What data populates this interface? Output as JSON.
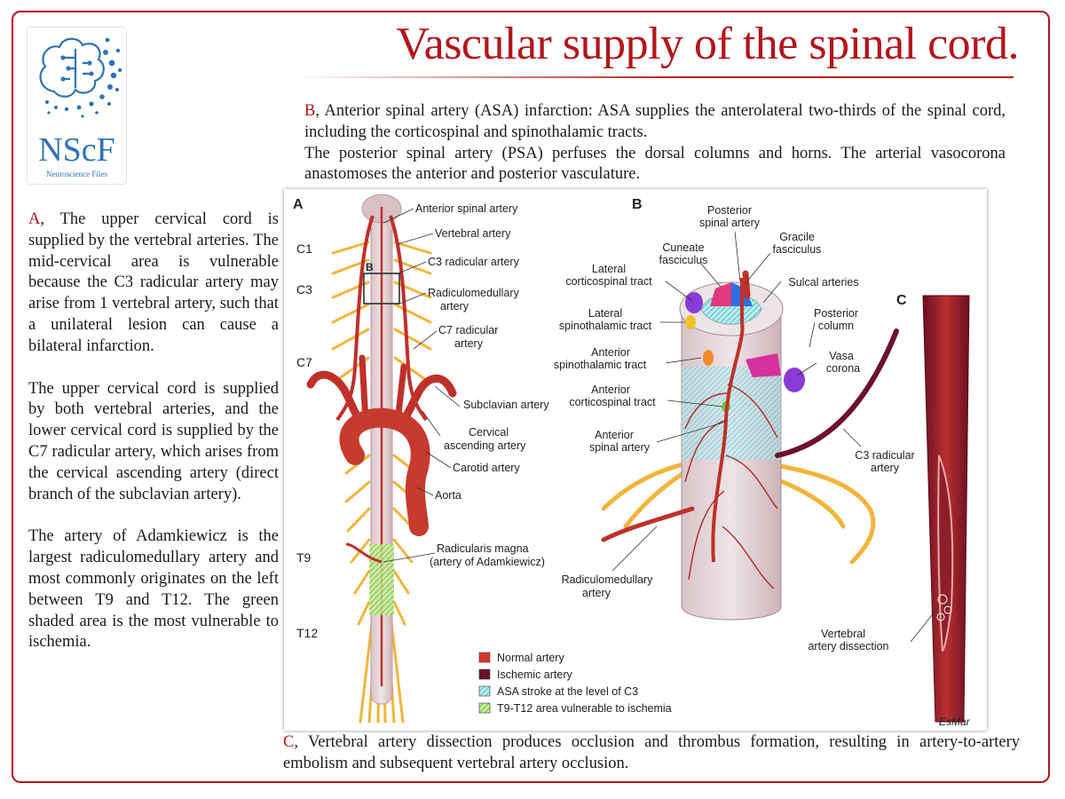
{
  "title": "Vascular supply of the spinal cord.",
  "logo": {
    "main": "NScF",
    "sub": "Neuroscience Files"
  },
  "paragraph_b": {
    "letter": "B",
    "text": ", Anterior spinal artery (ASA) infarction: ASA supplies the anterolateral two-thirds of the spinal cord, including the corticospinal and spinothalamic tracts.",
    "text2": "The posterior spinal artery (PSA) perfuses the dorsal columns and horns. The arterial vasocorona anastomoses the anterior and posterior vasculature."
  },
  "paragraph_a": {
    "letter": "A",
    "text": ", The upper cervical cord is supplied by the vertebral arteries. The mid-cervical area is vulnerable because the C3 radicular artery may arise from 1 vertebral artery, such that a unilateral lesion can cause a bilateral infarction.",
    "text2": "The upper cervical cord is supplied by both vertebral arteries, and the lower cervical cord is supplied by the C7 radicular artery, which arises from the cervical ascending artery (direct branch of the subclavian artery).",
    "text3": "The artery of Adamkiewicz is the largest radiculomedullary artery and most commonly originates on the left between T9 and T12. The green shaded area is the most vulnerable to ischemia."
  },
  "paragraph_c": {
    "letter": "C",
    "text": ", Vertebral artery dissection produces occlusion and thrombus formation, resulting in artery-to-artery embolism and subsequent vertebral artery occlusion."
  },
  "figure": {
    "panel_a": {
      "letter": "A",
      "levels": [
        "C1",
        "C3",
        "C7",
        "T9",
        "T12"
      ],
      "inset_letter": "B",
      "labels": {
        "anterior_spinal_artery": "Anterior spinal artery",
        "vertebral_artery": "Vertebral artery",
        "c3_radicular": "C3 radicular artery",
        "radiculomedullary_1": "Radiculomedullary",
        "radiculomedullary_2": "artery",
        "c7_radicular_1": "C7 radicular",
        "c7_radicular_2": "artery",
        "subclavian": "Subclavian artery",
        "cervical_ascending_1": "Cervical",
        "cervical_ascending_2": "ascending artery",
        "carotid": "Carotid artery",
        "aorta": "Aorta",
        "radicularis_1": "Radicularis magna",
        "radicularis_2": "(artery of Adamkiewicz)"
      }
    },
    "panel_b": {
      "letter": "B",
      "labels": {
        "posterior_spinal_1": "Posterior",
        "posterior_spinal_2": "spinal artery",
        "gracile_1": "Gracile",
        "gracile_2": "fasciculus",
        "cuneate_1": "Cuneate",
        "cuneate_2": "fasciculus",
        "lateral_cst_1": "Lateral",
        "lateral_cst_2": "corticospinal tract",
        "sulcal": "Sulcal arteries",
        "lateral_stt_1": "Lateral",
        "lateral_stt_2": "spinothalamic tract",
        "posterior_column_1": "Posterior",
        "posterior_column_2": "column",
        "anterior_stt_1": "Anterior",
        "anterior_stt_2": "spinothalamic tract",
        "vasa_1": "Vasa",
        "vasa_2": "corona",
        "anterior_cst_1": "Anterior",
        "anterior_cst_2": "corticospinal tract",
        "anterior_spinal_1": "Anterior",
        "anterior_spinal_2": "spinal artery",
        "c3_radicular_1": "C3 radicular",
        "c3_radicular_2": "artery",
        "radiculomedullary_1": "Radiculomedullary",
        "radiculomedullary_2": "artery"
      }
    },
    "panel_c": {
      "letter": "C",
      "labels": {
        "dissection_1": "Vertebral",
        "dissection_2": "artery dissection"
      }
    },
    "legend": [
      {
        "label": "Normal artery",
        "color": "#d6392a"
      },
      {
        "label": "Ischemic artery",
        "color": "#6d1030"
      },
      {
        "label": "ASA stroke at the level of C3",
        "color": "#9fe3ea"
      },
      {
        "label": "T9-T12 area vulnerable to ischemia",
        "color": "#a8e26a"
      }
    ],
    "signature": "EsMar"
  },
  "colors": {
    "accent": "#b3151b",
    "logo_blue": "#2f73b5",
    "artery": "#c0302b",
    "nerve": "#f2b53a"
  }
}
